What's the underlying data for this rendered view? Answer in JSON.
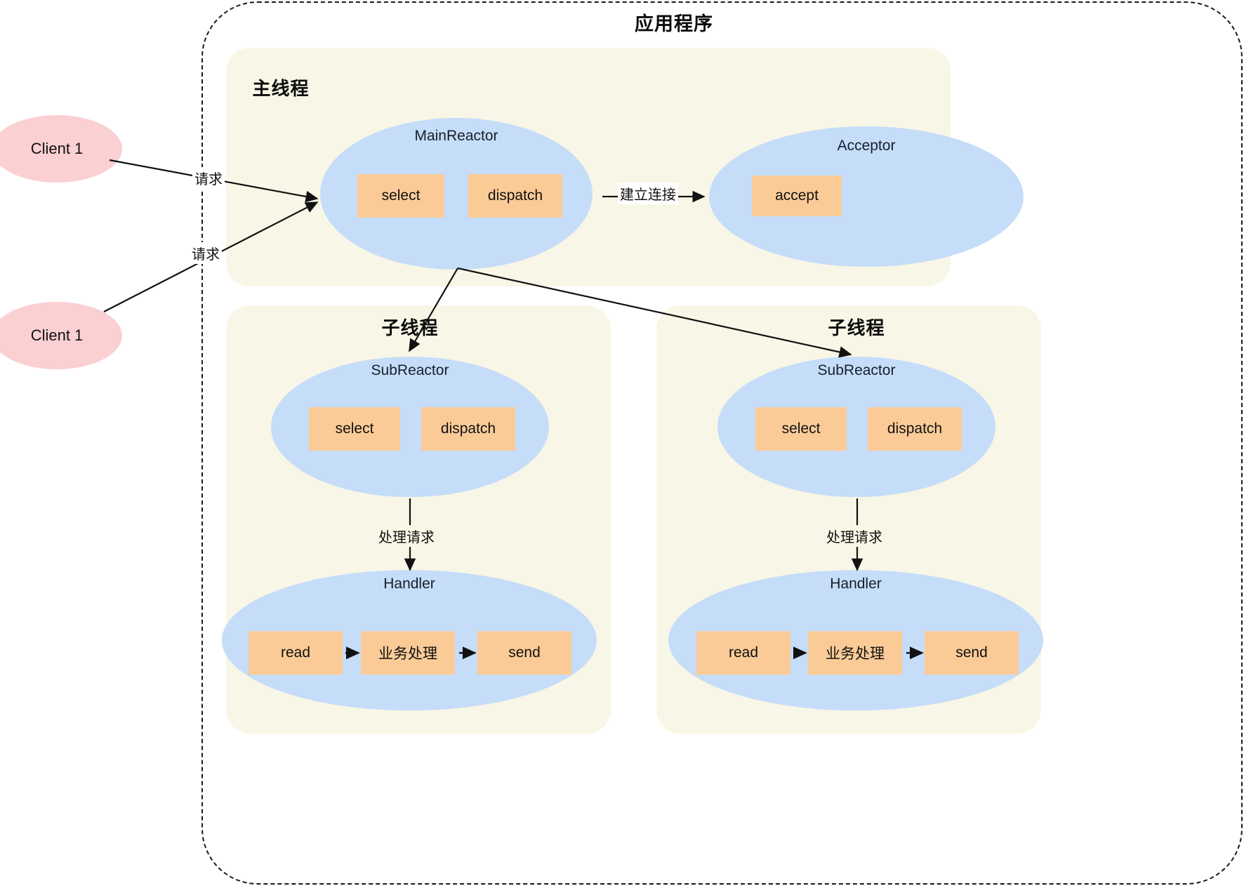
{
  "diagram": {
    "title": "应用程序",
    "groups": {
      "main_thread": {
        "title": "主线程"
      },
      "sub_thread_left": {
        "title": "子线程"
      },
      "sub_thread_right": {
        "title": "子线程"
      }
    },
    "clients": [
      {
        "label": "Client 1"
      },
      {
        "label": "Client 1"
      }
    ],
    "nodes": {
      "main_reactor": {
        "label": "MainReactor",
        "ops": [
          "select",
          "dispatch"
        ]
      },
      "acceptor": {
        "label": "Acceptor",
        "ops": [
          "accept"
        ]
      },
      "sub_reactor_left": {
        "label": "SubReactor",
        "ops": [
          "select",
          "dispatch"
        ]
      },
      "sub_reactor_right": {
        "label": "SubReactor",
        "ops": [
          "select",
          "dispatch"
        ]
      },
      "handler_left": {
        "label": "Handler",
        "ops": [
          "read",
          "业务处理",
          "send"
        ]
      },
      "handler_right": {
        "label": "Handler",
        "ops": [
          "read",
          "业务处理",
          "send"
        ]
      }
    },
    "edges": [
      {
        "id": "client1-to-mainreactor",
        "label": "请求"
      },
      {
        "id": "client2-to-mainreactor",
        "label": "请求"
      },
      {
        "id": "mainreactor-to-acceptor",
        "label": "建立连接"
      },
      {
        "id": "mainreactor-to-subreactor-left",
        "label": ""
      },
      {
        "id": "mainreactor-to-subreactor-right",
        "label": ""
      },
      {
        "id": "subreactor-left-to-handler-left",
        "label": "处理请求"
      },
      {
        "id": "subreactor-right-to-handler-right",
        "label": "处理请求"
      },
      {
        "id": "read-to-biz-left",
        "label": ""
      },
      {
        "id": "biz-to-send-left",
        "label": ""
      },
      {
        "id": "read-to-biz-right",
        "label": ""
      },
      {
        "id": "biz-to-send-right",
        "label": ""
      }
    ],
    "colors": {
      "boundary": "#1a1a1a",
      "panel_bg": "#f8f6e6",
      "ellipse_blue": "#c5ddf9",
      "ellipse_pink": "#fbd0d3",
      "op_box": "#fbcb97",
      "text": "#111111",
      "canvas": "#ffffff"
    }
  }
}
